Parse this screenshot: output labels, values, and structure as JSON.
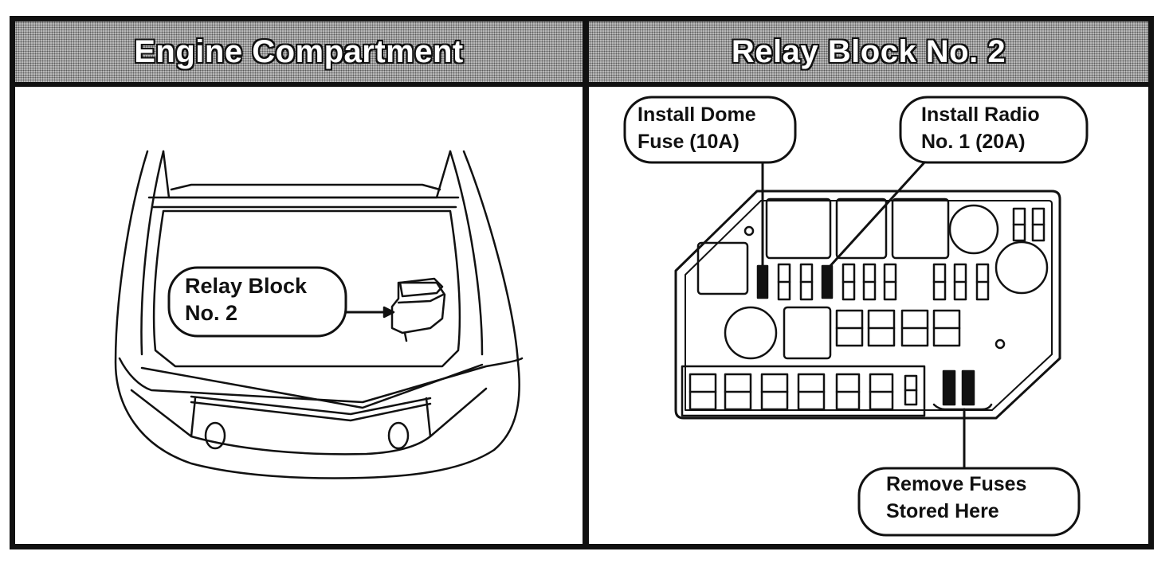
{
  "left_panel": {
    "title": "Engine Compartment",
    "callout_line1": "Relay Block",
    "callout_line2": "No. 2"
  },
  "right_panel": {
    "title": "Relay Block No. 2",
    "callout_dome_line1": "Install Dome",
    "callout_dome_line2": "Fuse (10A)",
    "callout_radio_line1": "Install Radio",
    "callout_radio_line2": "No. 1 (20A)",
    "callout_remove_line1": "Remove Fuses",
    "callout_remove_line2": "Stored Here"
  },
  "colors": {
    "ink": "#111111",
    "header_fill": "#b8b8b8",
    "background": "#ffffff"
  }
}
